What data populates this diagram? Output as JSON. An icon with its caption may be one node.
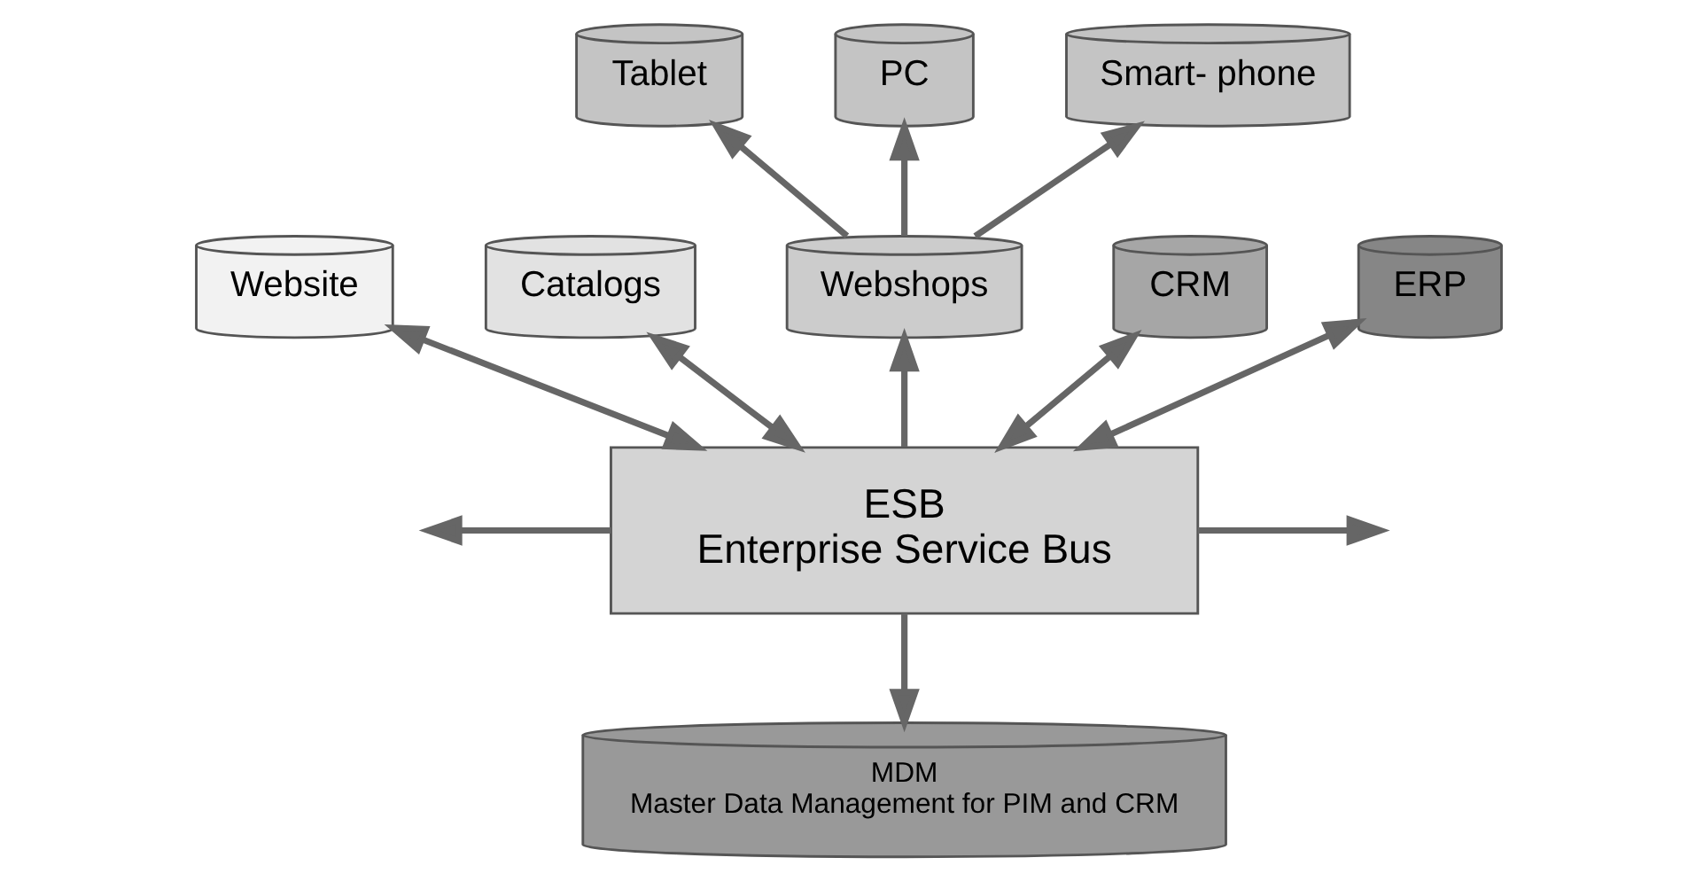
{
  "diagram": {
    "nodes": [
      {
        "text": [
          "Tablet"
        ]
      },
      {
        "text": [
          "PC"
        ]
      },
      {
        "text": [
          "Smart- phone"
        ]
      },
      {
        "text": [
          "Website"
        ]
      },
      {
        "text": [
          "Catalogs"
        ]
      },
      {
        "text": [
          "Webshops"
        ]
      },
      {
        "text": [
          "CRM"
        ]
      },
      {
        "text": [
          "ERP"
        ]
      },
      {
        "text": [
          "ESB",
          "Enterprise Service Bus"
        ]
      },
      {
        "text": [
          "MDM",
          "Master Data Management for PIM and CRM"
        ]
      }
    ],
    "edges": [
      {
        "from": 5,
        "to": 0,
        "arrow": "to"
      },
      {
        "from": 5,
        "to": 1,
        "arrow": "to"
      },
      {
        "from": 5,
        "to": 2,
        "arrow": "to"
      },
      {
        "from": 3,
        "to": 8,
        "arrow": "both"
      },
      {
        "from": 4,
        "to": 8,
        "arrow": "both"
      },
      {
        "from": 8,
        "to": 5,
        "arrow": "to"
      },
      {
        "from": 6,
        "to": 8,
        "arrow": "both"
      },
      {
        "from": 7,
        "to": 8,
        "arrow": "both"
      },
      {
        "from": 8,
        "to": 9,
        "arrow": "to"
      },
      {
        "from": 8,
        "to": null,
        "arrow": "to"
      },
      {
        "from": 8,
        "to": null,
        "arrow": "to"
      }
    ]
  }
}
